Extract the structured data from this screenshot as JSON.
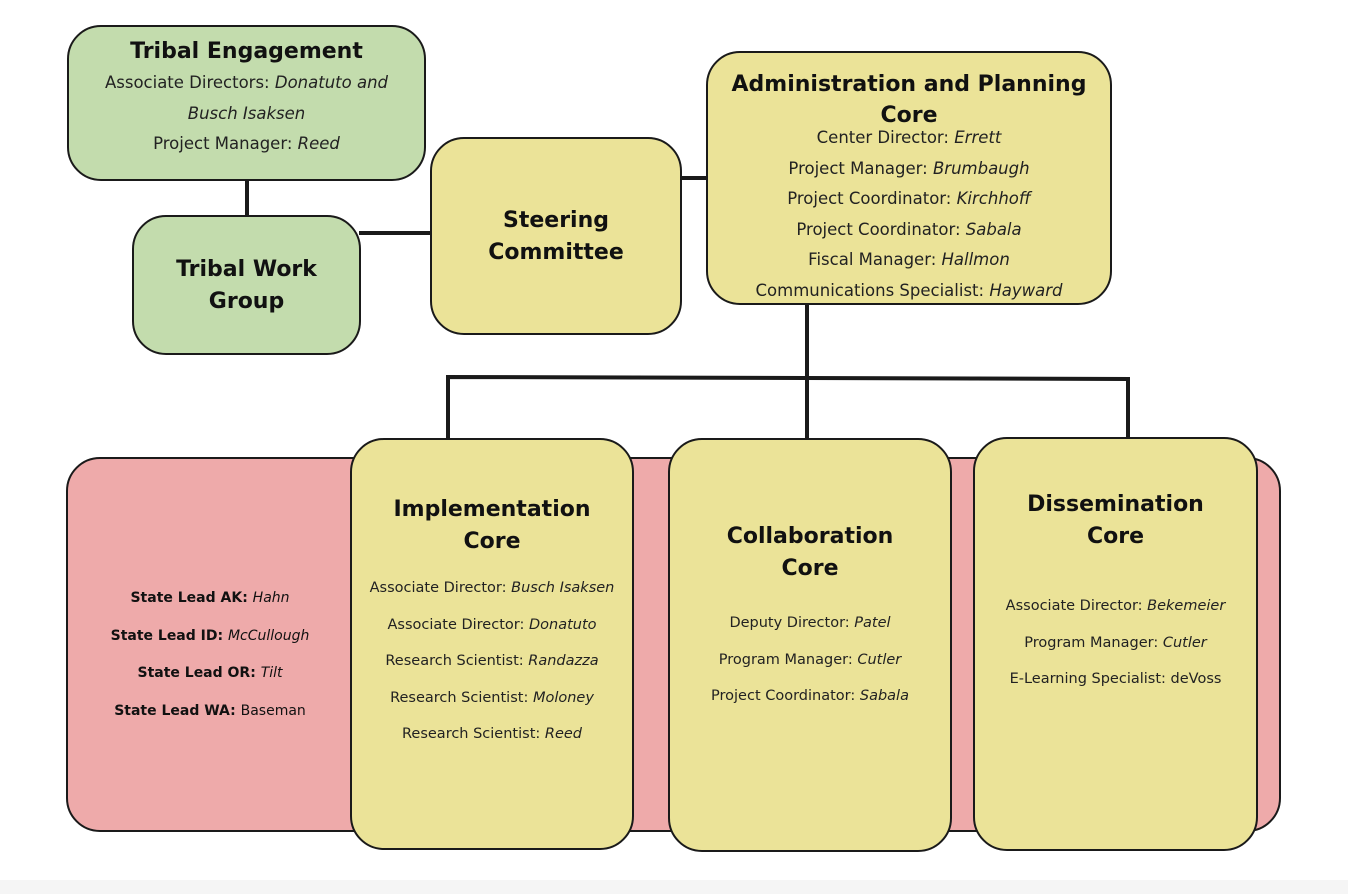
{
  "tribal_engagement": {
    "title": "Tribal Engagement",
    "lines": [
      {
        "label": "Associate Directors: ",
        "name": "Donatuto and"
      },
      {
        "label": "",
        "name": "Busch Isaksen"
      },
      {
        "label": "Project Manager: ",
        "name": "Reed"
      }
    ]
  },
  "tribal_work_group": {
    "title_lines": [
      "Tribal Work",
      "Group"
    ]
  },
  "steering_committee": {
    "title_lines": [
      "Steering",
      "Committee"
    ]
  },
  "admin_core": {
    "title_lines": [
      "Administration and Planning",
      "Core"
    ],
    "lines": [
      {
        "label": "Center Director: ",
        "name": "Errett"
      },
      {
        "label": "Project Manager: ",
        "name": "Brumbaugh"
      },
      {
        "label": "Project Coordinator: ",
        "name": "Kirchhoff"
      },
      {
        "label": "Project Coordinator: ",
        "name": "Sabala"
      },
      {
        "label": "Fiscal Manager: ",
        "name": "Hallmon"
      },
      {
        "label": "Communications Specialist: ",
        "name": "Hayward"
      }
    ]
  },
  "state_leads": [
    {
      "label": "State Lead AK: ",
      "name": "Hahn",
      "italic": true
    },
    {
      "label": "State Lead ID: ",
      "name": "McCullough",
      "italic": true
    },
    {
      "label": "State Lead OR: ",
      "name": "Tilt",
      "italic": true
    },
    {
      "label": "State Lead WA: ",
      "name": "Baseman",
      "italic": false
    }
  ],
  "implementation_core": {
    "title_lines": [
      "Implementation",
      "Core"
    ],
    "lines": [
      {
        "label": "Associate Director: ",
        "name": "Busch Isaksen",
        "italic": true
      },
      {
        "label": "Associate Director: ",
        "name": "Donatuto",
        "italic": true
      },
      {
        "label": "Research Scientist: ",
        "name": "Randazza",
        "italic": true
      },
      {
        "label": "Research Scientist: ",
        "name": "Moloney",
        "italic": true
      },
      {
        "label": "Research Scientist: ",
        "name": "Reed",
        "italic": true
      }
    ]
  },
  "collaboration_core": {
    "title_lines": [
      "Collaboration",
      "Core"
    ],
    "lines": [
      {
        "label": "Deputy Director: ",
        "name": "Patel",
        "italic": true
      },
      {
        "label": "Program Manager: ",
        "name": "Cutler",
        "italic": true
      },
      {
        "label": "Project Coordinator: ",
        "name": "Sabala",
        "italic": true
      }
    ]
  },
  "dissemination_core": {
    "title_lines": [
      "Dissemination",
      "Core"
    ],
    "lines": [
      {
        "label": "Associate Director: ",
        "name": "Bekemeier",
        "italic": true
      },
      {
        "label": "Program Manager: ",
        "name": "Cutler",
        "italic": true
      },
      {
        "label": "E-Learning Specialist: ",
        "name": "deVoss",
        "italic": false
      }
    ]
  },
  "colors": {
    "green": "#c3dcad",
    "yellow": "#ebe398",
    "pink": "#eeaaaa",
    "stroke": "#1a1a1a"
  }
}
